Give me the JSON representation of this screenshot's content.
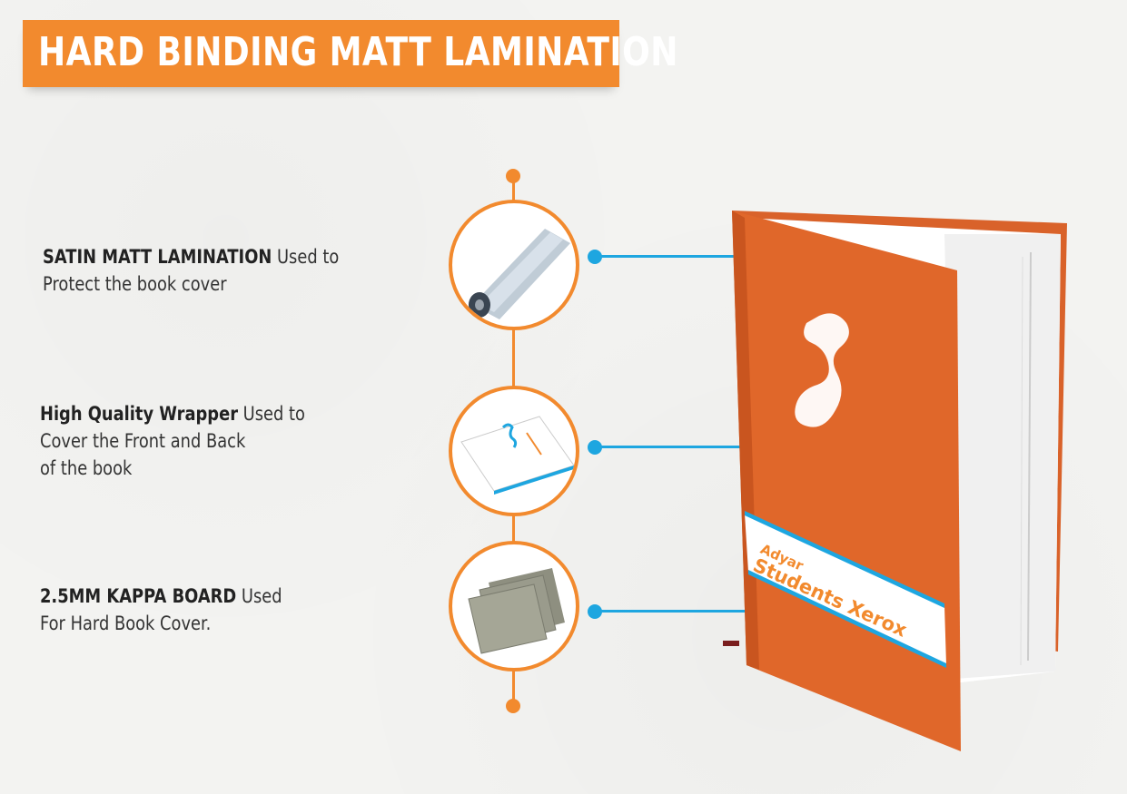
{
  "title": "HARD BINDING MATT LAMINATION",
  "features": [
    {
      "bold": "SATIN MATT LAMINATION",
      "rest": " Used to",
      "line2": "Protect the book cover",
      "line3": ""
    },
    {
      "bold": "High Quality Wrapper",
      "rest": " Used to",
      "line2": "Cover the Front and Back",
      "line3": "of the book"
    },
    {
      "bold": "2.5MM KAPPA BOARD",
      "rest": " Used",
      "line2": "For Hard Book Cover.",
      "line3": ""
    }
  ],
  "book": {
    "line1": "Adyar",
    "line2": "Students Xerox"
  },
  "colors": {
    "accent": "#f28a2e",
    "connector": "#1ea6e0",
    "cover": "#e0672a"
  }
}
